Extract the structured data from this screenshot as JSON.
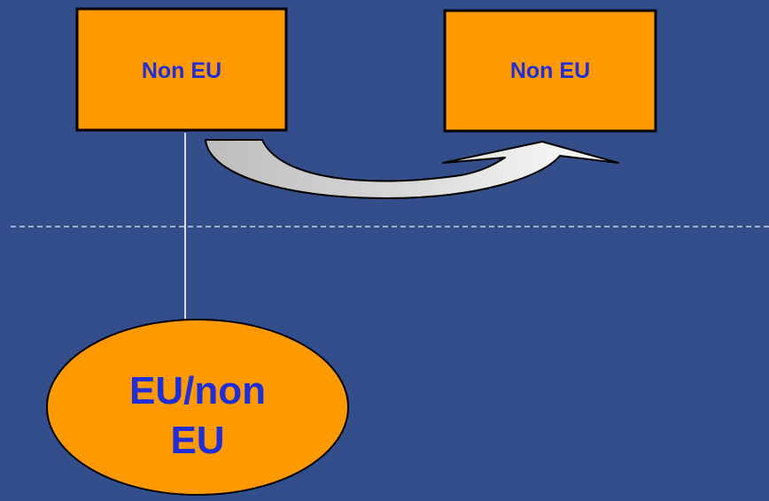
{
  "diagram": {
    "colors": {
      "background": "#344E8C",
      "node_fill": "#FF9900",
      "node_stroke": "#000000",
      "label_text": "#1F2ED8",
      "connector_line": "#FFFFFF",
      "divider_line": "#C8D0E6",
      "arrow_fill_dark": "#BDBDBD",
      "arrow_fill_light": "#FFFFFF"
    },
    "nodes": {
      "source_box": {
        "label": "Non EU"
      },
      "target_box": {
        "label": "Non EU"
      },
      "origin_ellipse": {
        "label_line1": "EU/non",
        "label_line2": "EU"
      }
    }
  }
}
